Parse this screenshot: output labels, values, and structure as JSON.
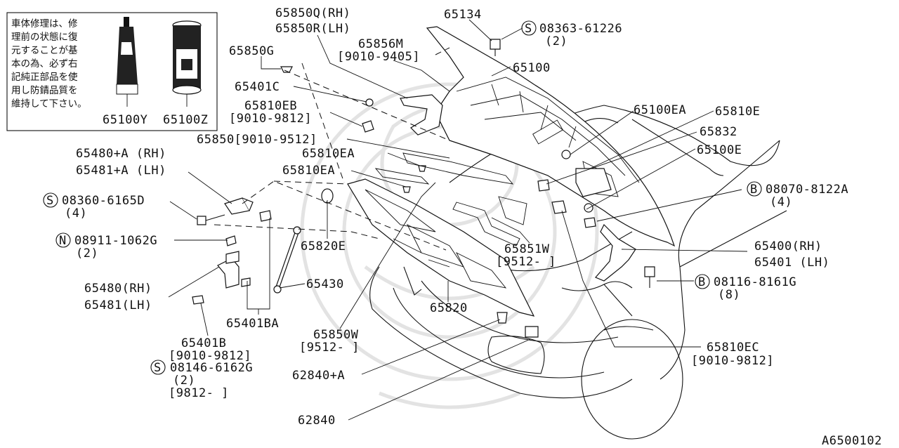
{
  "diagram_id": "A6500102",
  "note_box": {
    "text_lines": [
      "車体修理は、修",
      "理前の状態に復",
      "元することが基",
      "本の為、必ず右",
      "記純正部品を使",
      "用し防錆品質を",
      "維持して下さい。"
    ],
    "part_left": "65100Y",
    "part_right": "65100Z"
  },
  "callouts": {
    "p65850Q": "65850Q(RH)",
    "p65850R": "65850R(LH)",
    "p65856M": "65856M",
    "p65856M_range": "[9010-9405]",
    "p65134": "65134",
    "p08363_code": "08363-61226",
    "p08363_qty": "(2)",
    "p65850G": "65850G",
    "p65100": "65100",
    "p65401C": "65401C",
    "p65810EB": "65810EB",
    "p65810EB_range": "[9010-9812]",
    "p65100EA": "65100EA",
    "p65810E": "65810E",
    "p65832": "65832",
    "p65850": "65850[9010-9512]",
    "p65100E": "65100E",
    "p65810EA_1": "65810EA",
    "p65810EA_2": "65810EA",
    "p65480A": "65480+A (RH)",
    "p65481A": "65481+A (LH)",
    "p08070_code": "08070-8122A",
    "p08070_qty": "(4)",
    "p08360_code": "08360-6165D",
    "p08360_qty": "(4)",
    "p08911_code": "08911-1062G",
    "p08911_qty": "(2)",
    "p65820E": "65820E",
    "p65851W": "65851W",
    "p65851W_range": "[9512-    ]",
    "p65400": "65400(RH)",
    "p65401": "65401 (LH)",
    "p65480": "65480(RH)",
    "p65481": "65481(LH)",
    "p65430": "65430",
    "p08116_code": "08116-8161G",
    "p08116_qty": "(8)",
    "p65820": "65820",
    "p65401BA": "65401BA",
    "p65850W": "65850W",
    "p65850W_range": "[9512-    ]",
    "p65401B": "65401B",
    "p65401B_range": "[9010-9812]",
    "p65810EC": "65810EC",
    "p65810EC_range": "[9010-9812]",
    "p08146_code": "08146-6162G",
    "p08146_qty": "(2)",
    "p08146_range": "[9812-      ]",
    "p62840A": "62840+A",
    "p62840": "62840"
  },
  "symbols": {
    "s": "S",
    "n": "N",
    "b": "B"
  }
}
